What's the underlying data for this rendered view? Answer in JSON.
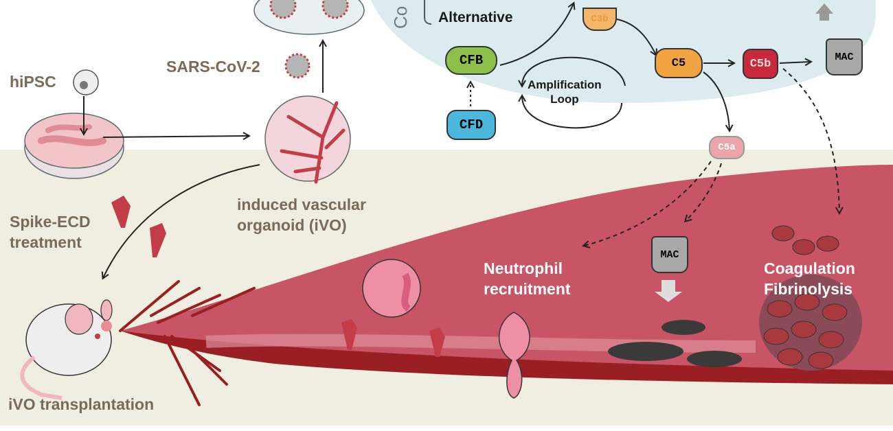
{
  "labels": {
    "hipsc": "hiPSC",
    "sars": "SARS-CoV-2",
    "ivo_line1": "induced vascular",
    "ivo_line2": "organoid (iVO)",
    "spike_line1": "Spike-ECD",
    "spike_line2": "treatment",
    "transplant": "iVO transplantation",
    "pathway_partial": "Co",
    "alternative": "Alternative",
    "amp_line1": "Amplification",
    "amp_line2": "Loop",
    "neutro_line1": "Neutrophil",
    "neutro_line2": "recruitment",
    "coag_line1": "Coagulation",
    "coag_line2": "Fibrinolysis"
  },
  "nodes": {
    "cfb": "CFB",
    "cfd": "CFD",
    "c3b": "C3b",
    "c5": "C5",
    "c5b": "C5b",
    "c5a": "C5a",
    "mac_top": "MAC",
    "mac_vessel": "MAC"
  },
  "colors": {
    "cfb": "#8dc04a",
    "cfd": "#4db6dc",
    "c3b": "#f5b66b",
    "c5": "#f2a443",
    "c5b": "#c8283c",
    "c5a": "#eba5aa",
    "mac": "#a8a8a8",
    "complement_bg": "#dcebef",
    "tissue_bg": "#f0eee0",
    "vessel": "#c85565",
    "vessel_wall": "#9a1f22"
  }
}
